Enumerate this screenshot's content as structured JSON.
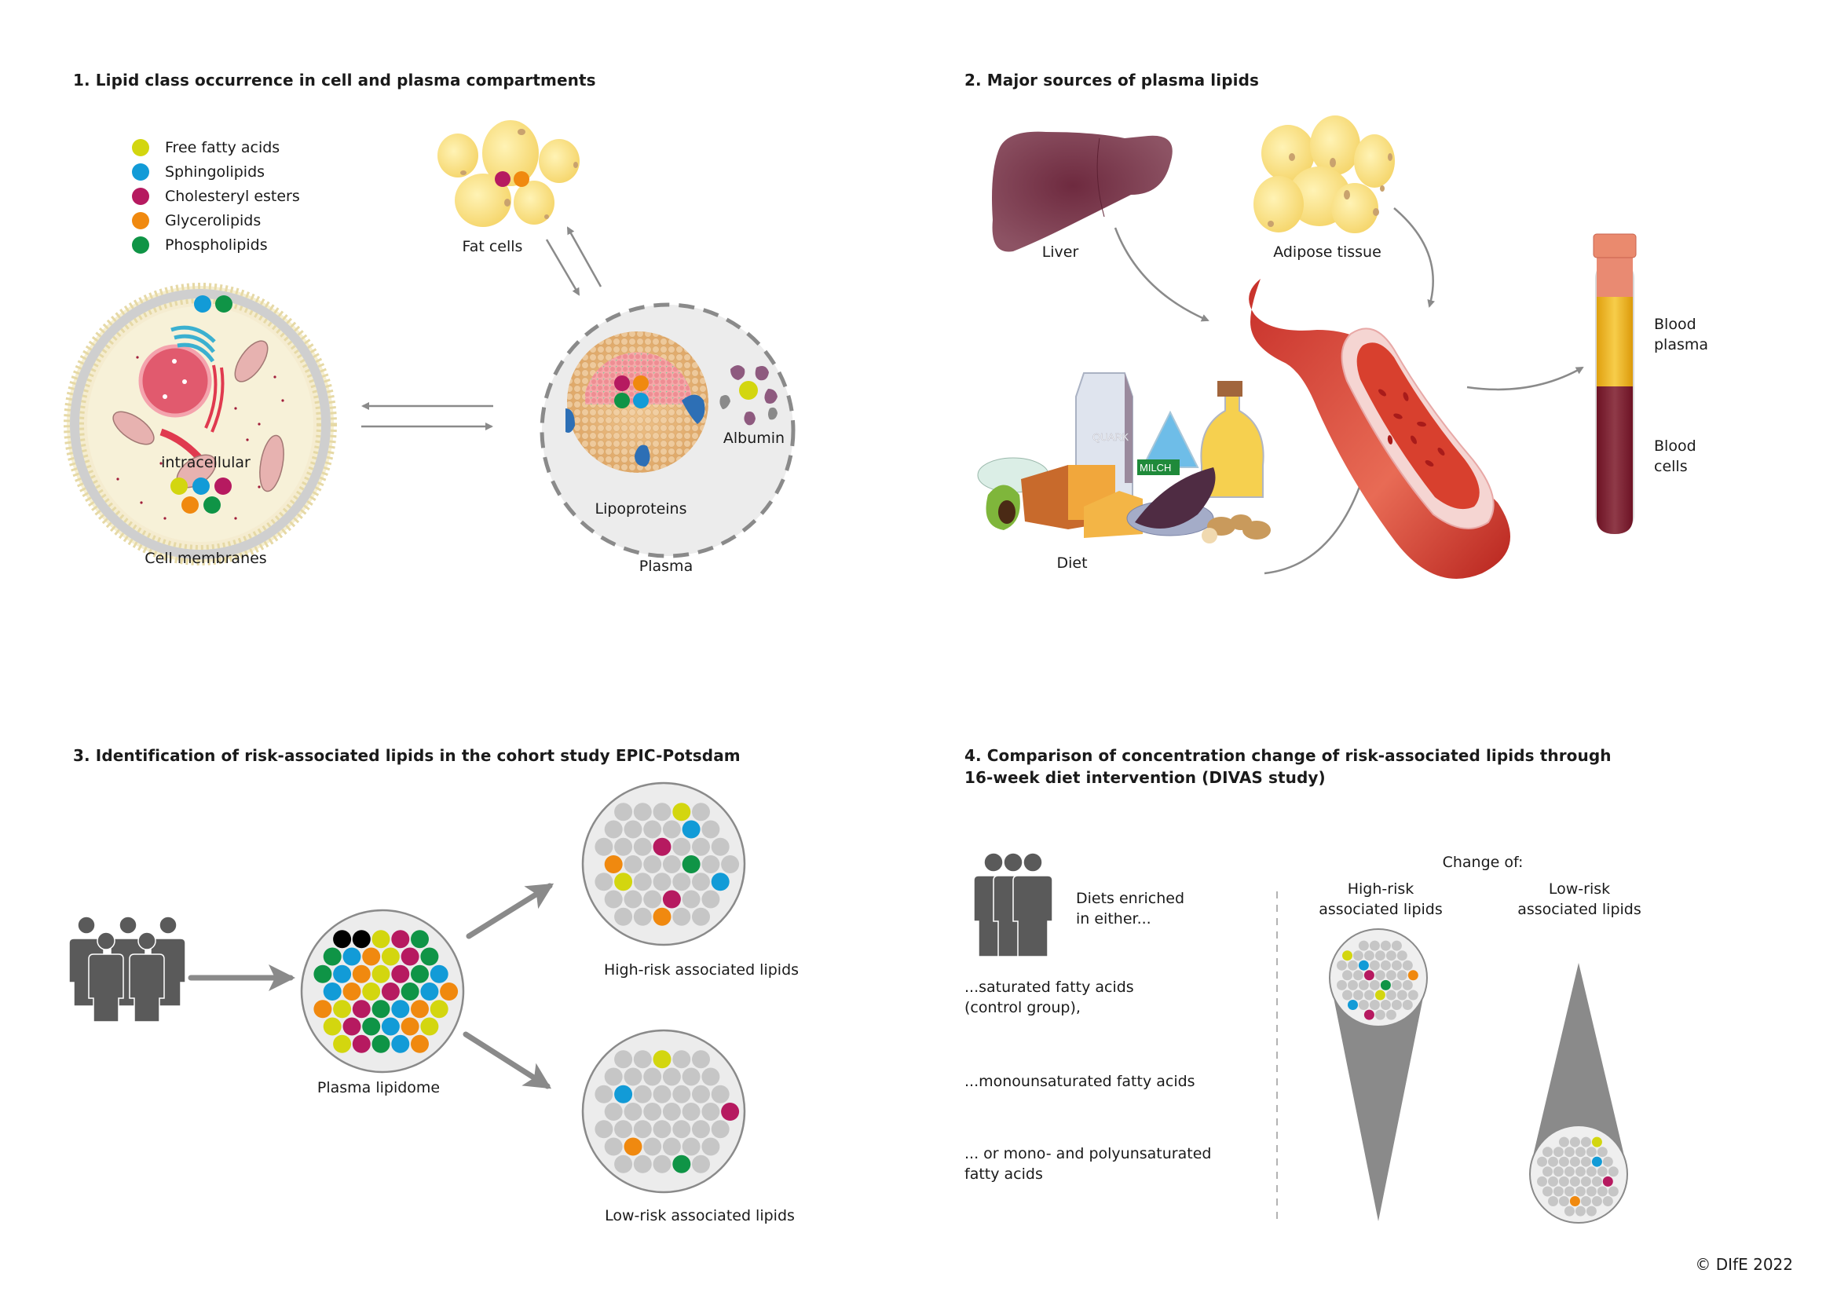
{
  "colors": {
    "free_fatty_acids": "#d3d60f",
    "sphingolipids": "#129bd7",
    "cholesteryl_esters": "#b61a60",
    "glycerolipids": "#f0890f",
    "phospholipids": "#0f9446",
    "grey_lipid": "#c6c6c6",
    "circle_bg": "#ececec",
    "arrow": "#8a8a8a",
    "icon_dark": "#5a5a5a"
  },
  "panel1": {
    "title": "1. Lipid class occurrence in cell and plasma compartments",
    "legend": [
      {
        "label": "Free fatty acids",
        "key": "free_fatty_acids"
      },
      {
        "label": "Sphingolipids",
        "key": "sphingolipids"
      },
      {
        "label": "Cholesteryl esters",
        "key": "cholesteryl_esters"
      },
      {
        "label": "Glycerolipids",
        "key": "glycerolipids"
      },
      {
        "label": "Phospholipids",
        "key": "phospholipids"
      }
    ],
    "fat_cells_label": "Fat cells",
    "intracellular_label": "intracellular",
    "cell_membranes_label": "Cell membranes",
    "albumin_label": "Albumin",
    "lipoproteins_label": "Lipoproteins",
    "plasma_label": "Plasma"
  },
  "panel2": {
    "title": "2. Major sources of plasma lipids",
    "liver_label": "Liver",
    "adipose_label": "Adipose tissue",
    "diet_label": "Diet",
    "quark_label": "QUARK",
    "milch_label": "MILCH",
    "blood_plasma_label": [
      "Blood",
      "plasma"
    ],
    "blood_cells_label": [
      "Blood",
      "cells"
    ]
  },
  "panel3": {
    "title": "3. Identification of risk-associated lipids in the cohort study EPIC-Potsdam",
    "plasma_lipidome_label": "Plasma lipidome",
    "high_risk_label": "High-risk associated lipids",
    "low_risk_label": "Low-risk associated lipids"
  },
  "panel4": {
    "title_line1": "4. Comparison of concentration change of risk-associated lipids through",
    "title_line2": "16-week diet intervention (DIVAS study)",
    "diets_intro": [
      "Diets enriched",
      "in either..."
    ],
    "diet_options": [
      [
        "...saturated fatty acids",
        "(control group),"
      ],
      [
        "...monounsaturated fatty acids"
      ],
      [
        "... or mono- and polyunsaturated",
        "fatty acids"
      ]
    ],
    "change_of_label": "Change of:",
    "high_risk_label": [
      "High-risk",
      "associated lipids"
    ],
    "low_risk_label": [
      "Low-risk",
      "associated lipids"
    ]
  },
  "footer": {
    "copyright": "© DIfE 2022"
  }
}
